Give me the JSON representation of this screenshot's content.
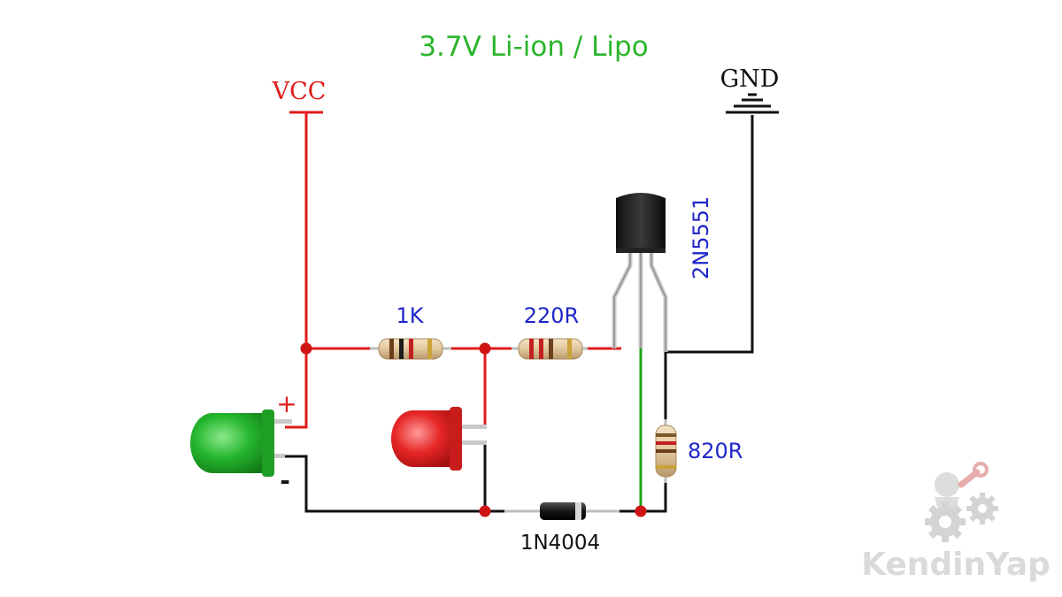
{
  "title": "3.7V Li-ion / Lipo",
  "rails": {
    "vcc": "VCC",
    "gnd": "GND"
  },
  "components": {
    "transistor": "2N5551",
    "resistor_1k": "1K",
    "resistor_220": "220R",
    "resistor_820": "820R",
    "diode": "1N4004"
  },
  "polarity": {
    "plus": "+",
    "minus": "-"
  },
  "watermark": {
    "text": "KendinYap"
  },
  "colors": {
    "wire_vcc": "#e01b1b",
    "wire_gnd": "#111111",
    "wire_signal": "#1aa31a",
    "label_blue": "#1f26c8",
    "title_green": "#2bb52b",
    "led_green": "#22b22a",
    "led_red": "#e32222"
  }
}
